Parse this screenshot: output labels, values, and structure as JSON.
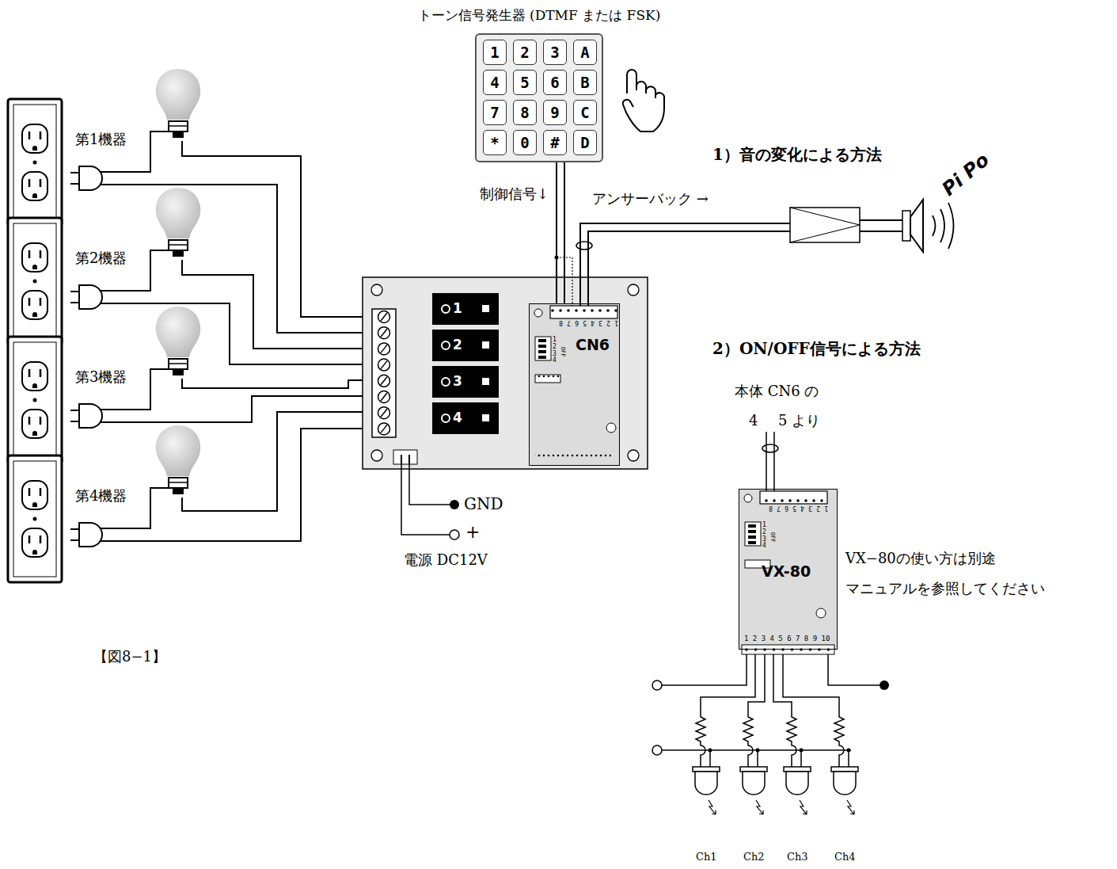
{
  "diagram": {
    "nodes": [
      {
        "text": [
          "トーン信号発生器 (DTMF または FSK)"
        ]
      },
      {
        "text": [
          "1"
        ],
        "in": 0
      },
      {
        "text": [
          "2"
        ],
        "in": 0
      },
      {
        "text": [
          "3"
        ],
        "in": 0
      },
      {
        "text": [
          "A"
        ],
        "in": 0
      },
      {
        "text": [
          "4"
        ],
        "in": 0
      },
      {
        "text": [
          "5"
        ],
        "in": 0
      },
      {
        "text": [
          "6"
        ],
        "in": 0
      },
      {
        "text": [
          "B"
        ],
        "in": 0
      },
      {
        "text": [
          "7"
        ],
        "in": 0
      },
      {
        "text": [
          "8"
        ],
        "in": 0
      },
      {
        "text": [
          "9"
        ],
        "in": 0
      },
      {
        "text": [
          "C"
        ],
        "in": 0
      },
      {
        "text": [
          "*"
        ],
        "in": 0
      },
      {
        "text": [
          "0"
        ],
        "in": 0
      },
      {
        "text": [
          "#"
        ],
        "in": 0
      },
      {
        "text": [
          "D"
        ],
        "in": 0
      },
      {
        "text": [
          "1"
        ]
      },
      {
        "text": [
          "2"
        ]
      },
      {
        "text": [
          "3"
        ]
      },
      {
        "text": [
          "4"
        ]
      },
      {
        "text": [
          "CN6"
        ]
      },
      {
        "text": [
          "VX-80"
        ]
      }
    ],
    "edges": [
      {
        "from": 0,
        "to": 21,
        "arrow": "none",
        "label": "制御信号↓"
      }
    ],
    "labels": [
      "1）音の変化による方法",
      "Pi Po",
      "アンサーバック →",
      "2）ON/OFF信号による方法",
      "本体 CN6 の",
      "4",
      "5 より",
      "第1機器",
      "第2機器",
      "第3機器",
      "第4機器",
      "GND",
      "+",
      "電源 DC12V",
      "VX−80の使い方は別途",
      "マニュアルを参照してください",
      "【図8−1】",
      "Ch1",
      "Ch2",
      "Ch3",
      "Ch4",
      "12345678",
      "1234",
      "OFF",
      "12345678",
      "1234",
      "OFF",
      "1 2 3 4 5 6 7 8 9 10"
    ]
  }
}
